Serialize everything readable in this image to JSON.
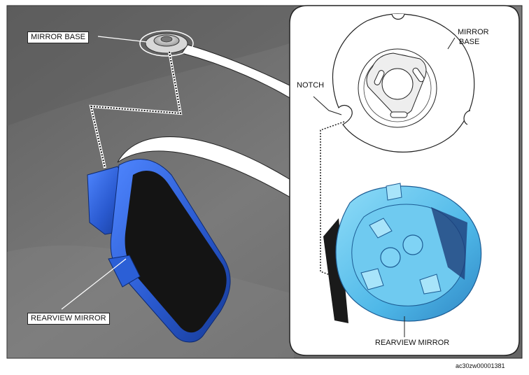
{
  "labels": {
    "mirror_base_left": "MIRROR BASE",
    "rearview_mirror_left": "REARVIEW MIRROR",
    "notch": "NOTCH",
    "mirror_base_right_line1": "MIRROR",
    "mirror_base_right_line2": "BASE",
    "rearview_mirror_right": "REARVIEW MIRROR"
  },
  "figure_code": "ac30zw00001381",
  "colors": {
    "background_dark": "#6e6e6e",
    "mirror_blue": "#2b5fd6",
    "mirror_light_blue": "#5ec8f2",
    "mirror_glass": "#141414"
  }
}
